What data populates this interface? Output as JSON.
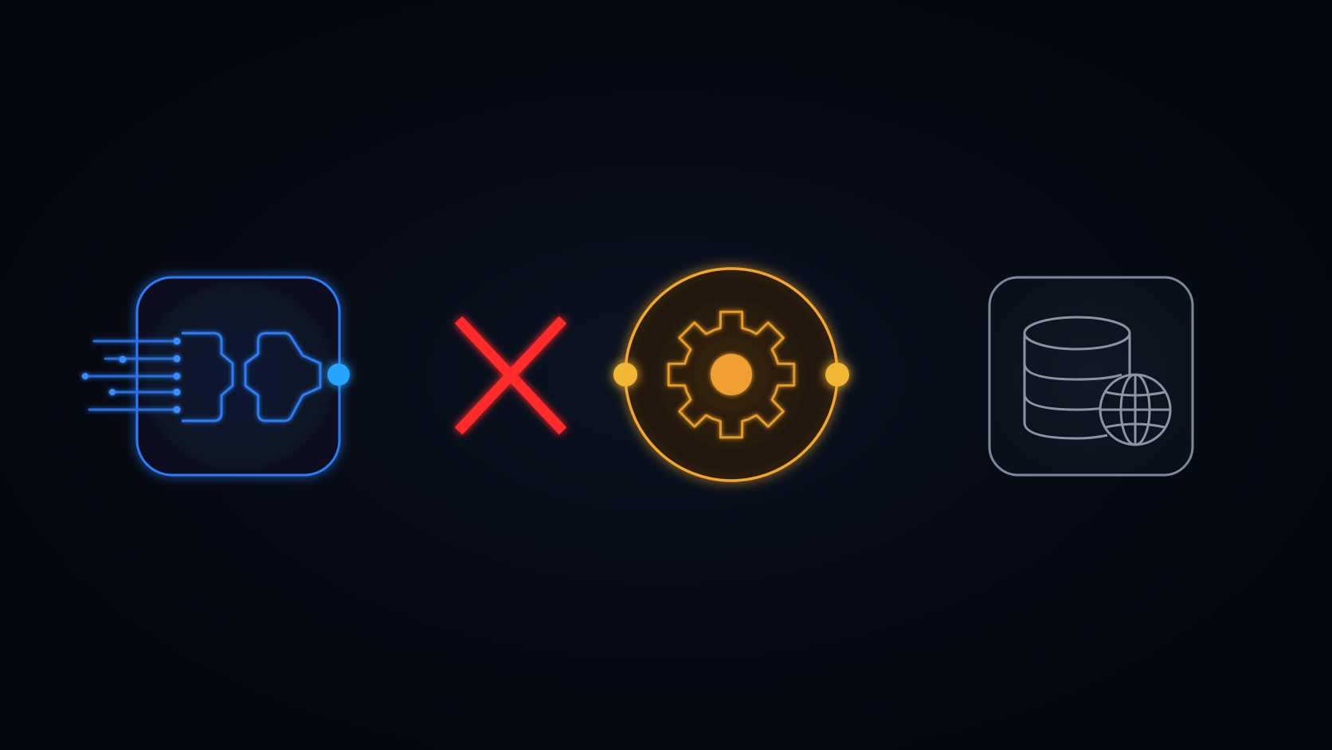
{
  "diagram": {
    "type": "pipeline-flow",
    "nodes": [
      {
        "id": "source",
        "icon": "connector-plug-icon",
        "shape": "rounded-square",
        "color": "#3b8cff",
        "state": "active"
      },
      {
        "id": "processor",
        "icon": "gear-icon",
        "shape": "circle",
        "color": "#f2a630",
        "state": "active"
      },
      {
        "id": "destination",
        "icon": "database-globe-icon",
        "shape": "rounded-square",
        "color": "#8a95a8",
        "state": "idle"
      }
    ],
    "edges": [
      {
        "from": "source",
        "to": "processor",
        "status": "broken",
        "color_start": "#1e90ff",
        "color_end": "#f2a630"
      },
      {
        "from": "processor",
        "to": "destination",
        "status": "ok",
        "color": "#f2a630"
      }
    ],
    "error_marker": {
      "icon": "red-x-icon",
      "color": "#ff2a2a"
    }
  }
}
